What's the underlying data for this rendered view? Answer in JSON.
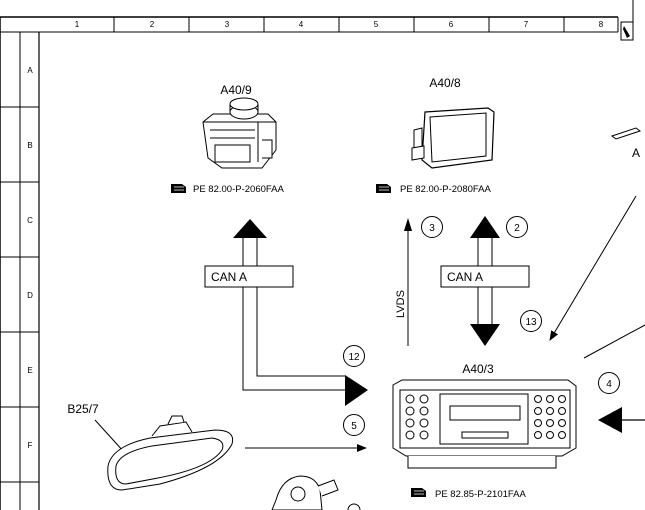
{
  "grid": {
    "columns": [
      "1",
      "2",
      "3",
      "4",
      "5",
      "6",
      "7",
      "8"
    ],
    "rows": [
      "A",
      "B",
      "C",
      "D",
      "E",
      "F"
    ]
  },
  "components": {
    "a40_9": {
      "label": "A40/9",
      "ref": "PE 82.00-P-2060FAA"
    },
    "a40_8": {
      "label": "A40/8",
      "ref": "PE 82.00-P-2080FAA"
    },
    "a40_3": {
      "label": "A40/3",
      "ref": "PE 82.85-P-2101FAA"
    },
    "b25_7": {
      "label": "B25/7"
    },
    "partial_right": {
      "label": "A"
    }
  },
  "buses": {
    "can_left": "CAN A",
    "can_right": "CAN A",
    "lvds": "LVDS"
  },
  "callouts": [
    "2",
    "3",
    "4",
    "5",
    "12",
    "13"
  ]
}
